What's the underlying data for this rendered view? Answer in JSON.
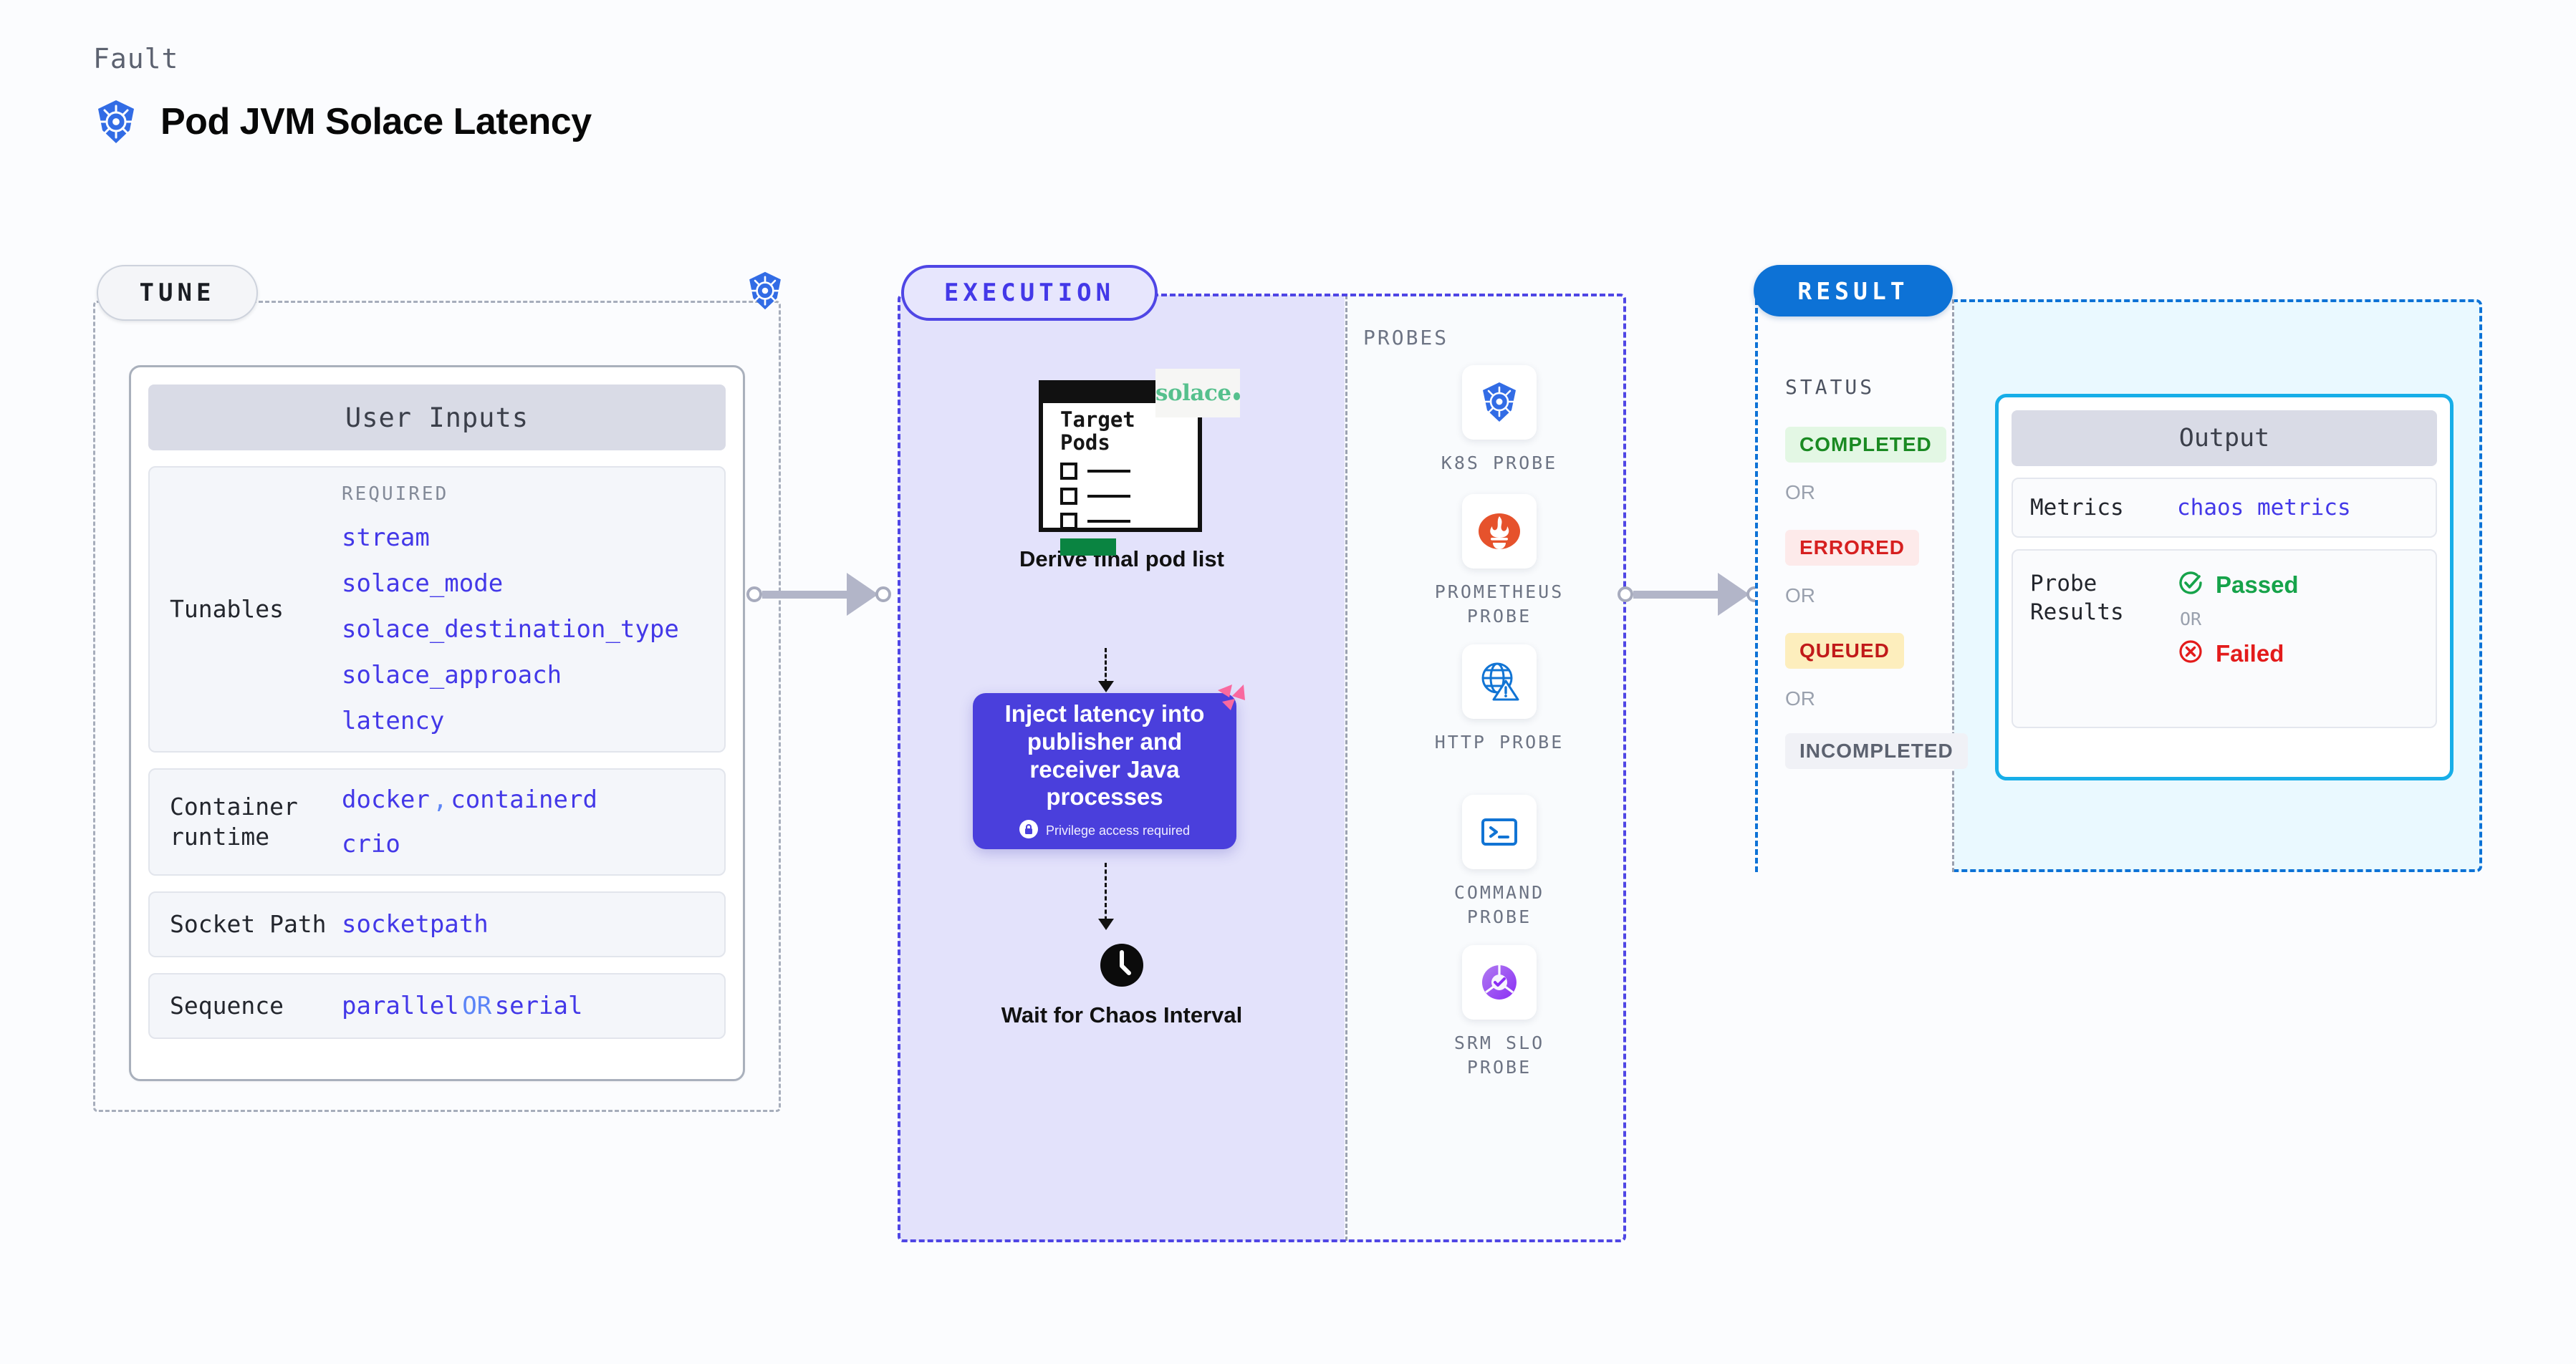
{
  "header": {
    "eyebrow": "Fault",
    "title": "Pod JVM Solace Latency",
    "icon": "kubernetes-icon"
  },
  "tune": {
    "pill_label": "TUNE",
    "badge_icon": "kubernetes-icon",
    "card_title": "User Inputs",
    "rows": [
      {
        "label": "Tunables",
        "required_label": "REQUIRED",
        "values": [
          "stream",
          "solace_mode",
          "solace_destination_type",
          "solace_approach",
          "latency"
        ]
      },
      {
        "label": "Container runtime",
        "values_line1": [
          "docker",
          ",",
          "containerd"
        ],
        "values_line2": [
          "crio"
        ]
      },
      {
        "label": "Socket Path",
        "value": "socketpath"
      },
      {
        "label": "Sequence",
        "value_a": "parallel",
        "separator": "OR",
        "value_b": "serial"
      }
    ]
  },
  "execution": {
    "pill_label": "EXECUTION",
    "steps": {
      "derive": {
        "doc_title": "Target\nPods",
        "brand_logo": "solace",
        "caption": "Derive final pod list"
      },
      "inject": {
        "text": "Inject latency into publisher and receiver Java processes",
        "privilege_note": "Privilege access required",
        "lock_icon": "lock-icon",
        "corner_icon": "litmus-icon"
      },
      "wait": {
        "clock_icon": "clock-icon",
        "caption": "Wait for Chaos Interval"
      }
    },
    "probes": {
      "section_label": "PROBES",
      "items": [
        {
          "name": "K8S PROBE",
          "icon": "kubernetes-icon"
        },
        {
          "name": "PROMETHEUS PROBE",
          "icon": "prometheus-icon"
        },
        {
          "name": "HTTP PROBE",
          "icon": "globe-warning-icon"
        },
        {
          "name": "COMMAND PROBE",
          "icon": "terminal-icon"
        },
        {
          "name": "SRM SLO PROBE",
          "icon": "srm-slo-icon"
        }
      ]
    }
  },
  "result": {
    "pill_label": "RESULT",
    "status_label": "STATUS",
    "or_label": "OR",
    "statuses": [
      {
        "label": "COMPLETED",
        "bg": "#e3f7e4",
        "fg": "#1a8a22"
      },
      {
        "label": "ERRORED",
        "bg": "#fdeaea",
        "fg": "#d61f1f"
      },
      {
        "label": "QUEUED",
        "bg": "#fdeebd",
        "fg": "#c11a1a"
      },
      {
        "label": "INCOMPLETED",
        "bg": "#f0f1f6",
        "fg": "#5c6270"
      }
    ],
    "output": {
      "title": "Output",
      "rows": [
        {
          "label": "Metrics",
          "value": "chaos metrics"
        },
        {
          "label": "Probe Results",
          "passed": "Passed",
          "or": "OR",
          "failed": "Failed",
          "passed_icon": "check-circle-icon",
          "failed_icon": "x-circle-icon"
        }
      ]
    }
  },
  "colors": {
    "accent_purple": "#4338e8",
    "accent_blue": "#0d72d6",
    "accent_cyan": "#17aee8",
    "k8s_blue": "#326ce5",
    "prometheus_orange": "#e6522c",
    "success_green": "#16a34a",
    "error_red": "#e31b1b",
    "page_bg": "#fbfcfe",
    "exec_fill": "#e3e2fb",
    "result_fill": "#eaf9ff"
  }
}
